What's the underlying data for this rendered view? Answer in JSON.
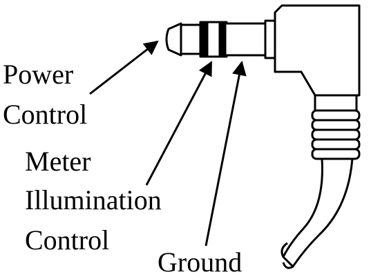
{
  "labels": {
    "power_control": [
      "Power",
      "Control"
    ],
    "meter_illumination_control": [
      "Meter",
      "Illumination",
      "Control"
    ],
    "ground": "Ground"
  },
  "colors": {
    "stroke": "#000000",
    "background": "#ffffff"
  },
  "icons": [
    "audio-jack-plug-icon"
  ]
}
